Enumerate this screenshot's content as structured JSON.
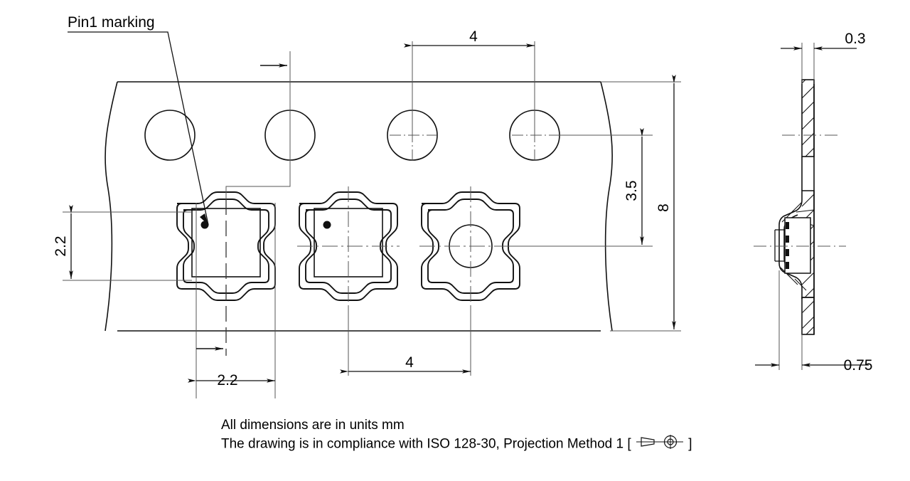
{
  "drawing": {
    "title_note_1": "All dimensions are in units mm",
    "note_2_prefix": "The drawing is in compliance with ISO 128-30, Projection Method 1 [",
    "note_2_suffix": "]",
    "projection_symbol": "iso-first-angle-projection-icon",
    "annotations": [
      {
        "name": "pin1-marking-label",
        "text": "Pin1 marking"
      }
    ],
    "dimensions": {
      "pitch_top": "4",
      "pitch_bottom": "4",
      "pocket_width": "2.2",
      "pocket_offset": "2.2",
      "hole_to_pocket_center": "3.5",
      "tape_width": "8",
      "tape_thickness": "0.3",
      "pocket_depth_edge": "0.75"
    },
    "views": {
      "plan": "carrier-tape-plan-view",
      "section": "carrier-tape-section-view"
    },
    "colors": {
      "line": "#1a1a1a",
      "thin_line": "#555555",
      "background": "#ffffff"
    }
  }
}
